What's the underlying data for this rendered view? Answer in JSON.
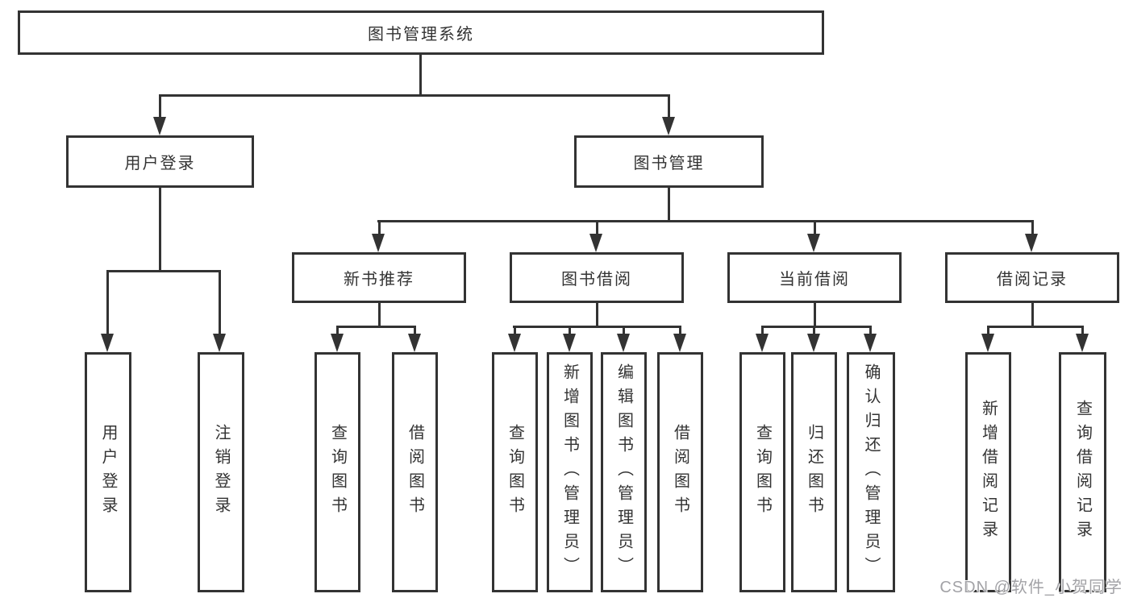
{
  "nodes": {
    "root": "图书管理系统",
    "user_login": "用户登录",
    "book_mgmt": "图书管理",
    "new_rec": "新书推荐",
    "borrow": "图书借阅",
    "current": "当前借阅",
    "records": "借阅记录",
    "ul_login": "用户登录",
    "ul_logout": "注销登录",
    "nr_query": "查询图书",
    "nr_borrow": "借阅图书",
    "bb_query": "查询图书",
    "bb_add": "新增图书（管理员）",
    "bb_edit": "编辑图书（管理员）",
    "bb_borrow": "借阅图书",
    "cb_query": "查询图书",
    "cb_return": "归还图书",
    "cb_confirm": "确认归还（管理员）",
    "br_add": "新增借阅记录",
    "br_query": "查询借阅记录"
  },
  "hierarchy": {
    "图书管理系统": {
      "用户登录": [
        "用户登录",
        "注销登录"
      ],
      "图书管理": {
        "新书推荐": [
          "查询图书",
          "借阅图书"
        ],
        "图书借阅": [
          "查询图书",
          "新增图书（管理员）",
          "编辑图书（管理员）",
          "借阅图书"
        ],
        "当前借阅": [
          "查询图书",
          "归还图书",
          "确认归还（管理员）"
        ],
        "借阅记录": [
          "新增借阅记录",
          "查询借阅记录"
        ]
      }
    }
  },
  "colors": {
    "line": "#333333",
    "box_border": "#333333",
    "text": "#333333",
    "background": "#ffffff",
    "watermark": "#a2a2a6"
  },
  "watermark": "CSDN @软件_小贺同学"
}
